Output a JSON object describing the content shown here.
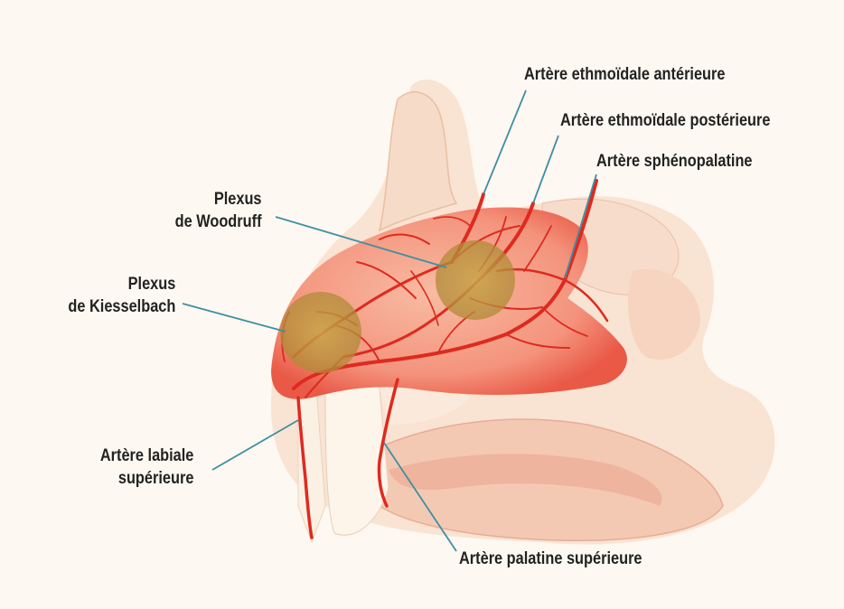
{
  "labels": {
    "ethmoid_anterior": "Artère ethmoïdale antérieure",
    "ethmoid_posterior": "Artère ethmoïdale postérieure",
    "sphenopalatine": "Artère sphénopalatine",
    "woodruff_line1": "Plexus",
    "woodruff_line2": "de Woodruff",
    "kiesselbach_line1": "Plexus",
    "kiesselbach_line2": "de Kiesselbach",
    "labial_line1": "Artère labiale",
    "labial_line2": "supérieure",
    "palatine": "Artère palatine supérieure"
  },
  "colors": {
    "background": "#fdf8f1",
    "tissue": "#f7d2bd",
    "mucosa": "#f07a66",
    "artery": "#e0261e",
    "plexus": "#b59a3a",
    "leader_line": "#3f8fa2",
    "label_text": "#222222"
  }
}
